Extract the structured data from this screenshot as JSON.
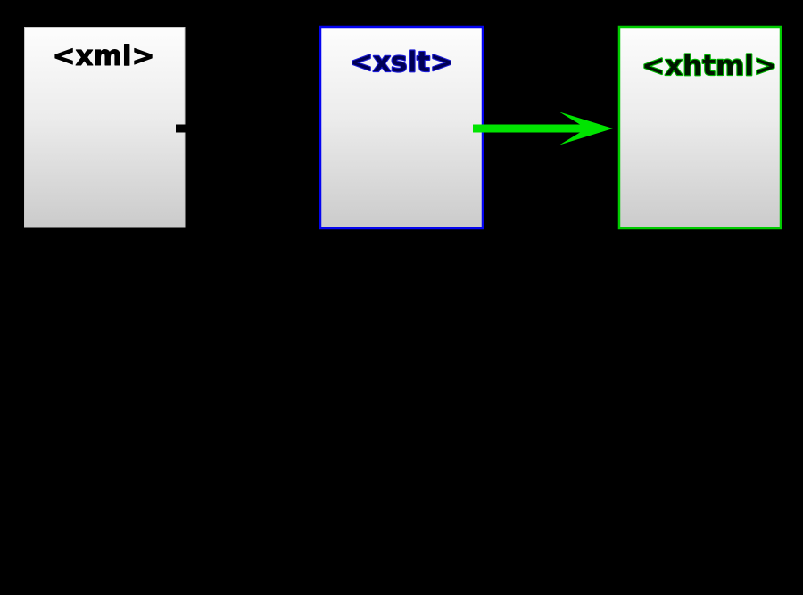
{
  "canvas": {
    "background": "#000000"
  },
  "diagram": {
    "paper_fill": {
      "top": "#fdfdfd",
      "bottom": "#cbcbcb"
    },
    "nodes": [
      {
        "id": "xml",
        "label": "<xml>",
        "border_color": "#c8c8c8",
        "text_color": "#000000",
        "text_outline_color": "#000000"
      },
      {
        "id": "xslt",
        "label": "<xslt>",
        "border_color": "#0505f0",
        "text_color": "#000055",
        "text_outline_color": "#1c1cd6"
      },
      {
        "id": "xhtml",
        "label": "<xhtml>",
        "border_color": "#00cc00",
        "text_color": "#001500",
        "text_outline_color": "#00b400"
      }
    ],
    "arrows": [
      {
        "from": "xml",
        "to": "xslt",
        "color": "#000000"
      },
      {
        "from": "xslt",
        "to": "xhtml",
        "color": "#00e400"
      }
    ]
  }
}
